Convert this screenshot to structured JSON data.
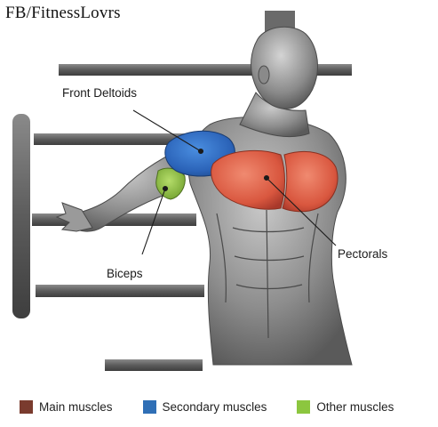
{
  "source_credit": "FB/FitnessLovrs",
  "callouts": {
    "front_deltoids": "Front Deltoids",
    "biceps": "Biceps",
    "pectorals": "Pectorals"
  },
  "legend": [
    {
      "label": "Main muscles",
      "color": "#7a3b2e"
    },
    {
      "label": "Secondary muscles",
      "color": "#2f6fb6"
    },
    {
      "label": "Other muscles",
      "color": "#8cc63f"
    }
  ],
  "colors": {
    "main": "#e0684f",
    "secondary": "#2f6fc0",
    "other": "#95c248",
    "skin": "#8e8e8e",
    "bar": "#6a6a6a"
  }
}
